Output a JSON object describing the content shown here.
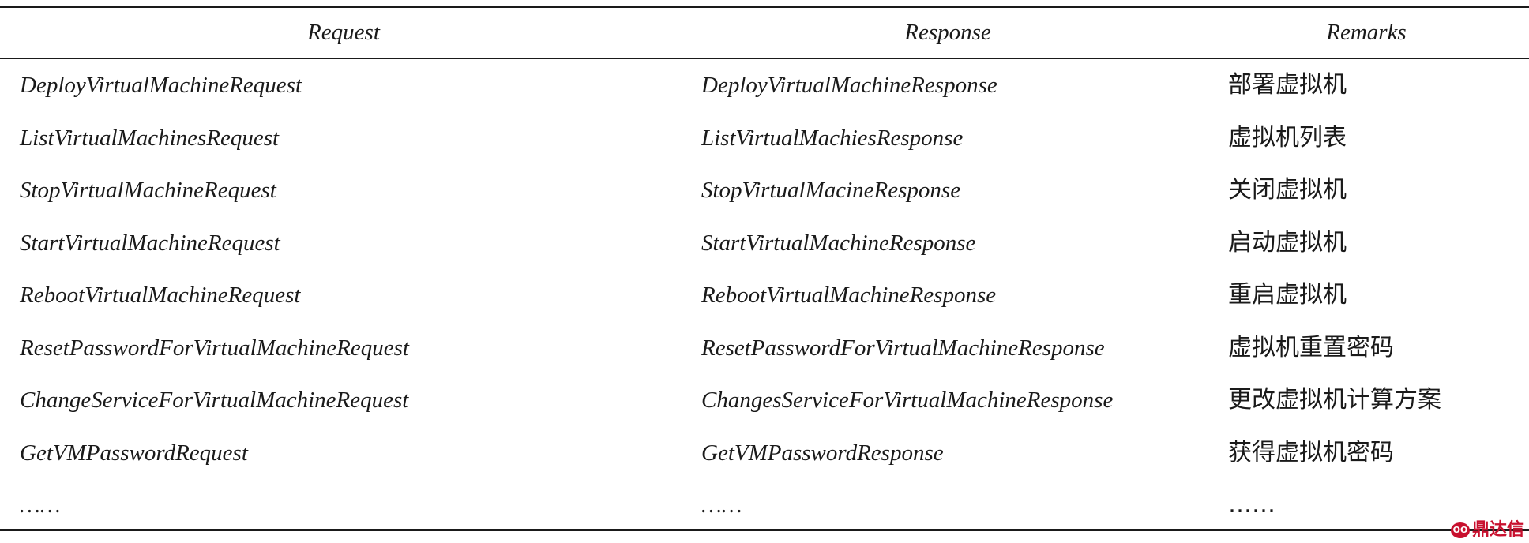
{
  "table": {
    "headers": [
      "Request",
      "Response",
      "Remarks"
    ],
    "rows": [
      [
        "DeployVirtualMachineRequest",
        "DeployVirtualMachineResponse",
        "部署虚拟机"
      ],
      [
        "ListVirtualMachinesRequest",
        "ListVirtualMachiesResponse",
        "虚拟机列表"
      ],
      [
        "StopVirtualMachineRequest",
        "StopVirtualMacineResponse",
        "关闭虚拟机"
      ],
      [
        "StartVirtualMachineRequest",
        "StartVirtualMachineResponse",
        "启动虚拟机"
      ],
      [
        "RebootVirtualMachineRequest",
        "RebootVirtualMachineResponse",
        "重启虚拟机"
      ],
      [
        "ResetPasswordForVirtualMachineRequest",
        "ResetPasswordForVirtualMachineResponse",
        "虚拟机重置密码"
      ],
      [
        "ChangeServiceForVirtualMachineRequest",
        "ChangesServiceForVirtualMachineResponse",
        "更改虚拟机计算方案"
      ],
      [
        "GetVMPasswordRequest",
        "GetVMPasswordResponse",
        "获得虚拟机密码"
      ],
      [
        "……",
        "……",
        "……"
      ]
    ]
  },
  "watermark": {
    "logo_text": "OO",
    "brand_text": "鼎达信"
  }
}
